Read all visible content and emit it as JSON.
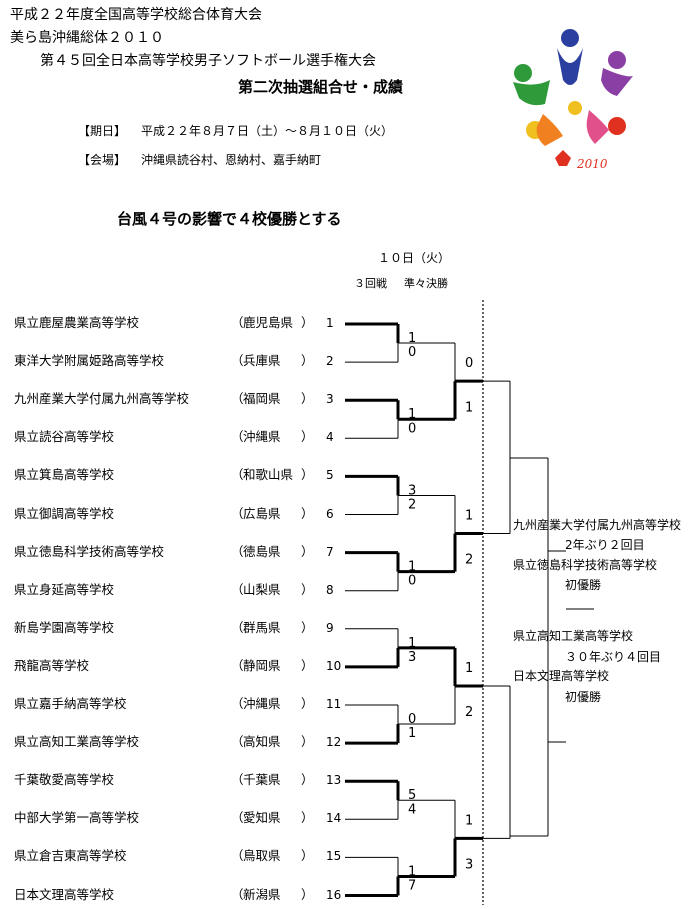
{
  "header": {
    "line1": "平成２２年度全国高等学校総合体育大会",
    "line2": "美ら島沖縄総体２０１０",
    "line3": "第４５回全日本高等学校男子ソフトボール選手権大会",
    "title": "第二次抽選組合せ・成績",
    "period_label": "【期日】",
    "period_value": "平成２２年８月７日（土）～８月１０日（火）",
    "venue_label": "【会場】",
    "venue_value": "沖縄県読谷村、恩納村、嘉手納町",
    "notice": "台風４号の影響で４校優勝とする",
    "day": "１０日（火）",
    "round3": "３回戦",
    "quarter": "準々決勝",
    "logo_year": "2010"
  },
  "teams": [
    {
      "n": "1",
      "school": "県立鹿屋農業高等学校",
      "pref": "鹿児島県"
    },
    {
      "n": "2",
      "school": "東洋大学附属姫路高等学校",
      "pref": "兵庫県"
    },
    {
      "n": "3",
      "school": "九州産業大学付属九州高等学校",
      "pref": "福岡県"
    },
    {
      "n": "4",
      "school": "県立読谷高等学校",
      "pref": "沖縄県"
    },
    {
      "n": "5",
      "school": "県立箕島高等学校",
      "pref": "和歌山県"
    },
    {
      "n": "6",
      "school": "県立御調高等学校",
      "pref": "広島県"
    },
    {
      "n": "7",
      "school": "県立徳島科学技術高等学校",
      "pref": "徳島県"
    },
    {
      "n": "8",
      "school": "県立身延高等学校",
      "pref": "山梨県"
    },
    {
      "n": "9",
      "school": "新島学園高等学校",
      "pref": "群馬県"
    },
    {
      "n": "10",
      "school": "飛龍高等学校",
      "pref": "静岡県"
    },
    {
      "n": "11",
      "school": "県立嘉手納高等学校",
      "pref": "沖縄県"
    },
    {
      "n": "12",
      "school": "県立高知工業高等学校",
      "pref": "高知県"
    },
    {
      "n": "13",
      "school": "千葉敬愛高等学校",
      "pref": "千葉県"
    },
    {
      "n": "14",
      "school": "中部大学第一高等学校",
      "pref": "愛知県"
    },
    {
      "n": "15",
      "school": "県立倉吉東高等学校",
      "pref": "鳥取県"
    },
    {
      "n": "16",
      "school": "日本文理高等学校",
      "pref": "新潟県"
    }
  ],
  "r3_scores": [
    "1",
    "0",
    "1",
    "0",
    "3",
    "2",
    "1",
    "0",
    "1",
    "3",
    "0",
    "1",
    "5",
    "4",
    "1",
    "7"
  ],
  "qf_scores": [
    "0",
    "1",
    "1",
    "2",
    "1",
    "2",
    "1",
    "3"
  ],
  "winners": [
    {
      "school": "九州産業大学付属九州高等学校",
      "note": "2年ぶり２回目"
    },
    {
      "school": "県立徳島科学技術高等学校",
      "note": "初優勝"
    },
    {
      "school": "県立高知工業高等学校",
      "note": "３０年ぶり４回目"
    },
    {
      "school": "日本文理高等学校",
      "note": "初優勝"
    }
  ],
  "colors": {
    "logo_blue": "#2b3fa0",
    "logo_purple": "#8a3fa5",
    "logo_green": "#2f9a3a",
    "logo_yellow": "#f0c020",
    "logo_orange": "#f08020",
    "logo_red": "#e03020",
    "logo_pink": "#e0508a"
  }
}
